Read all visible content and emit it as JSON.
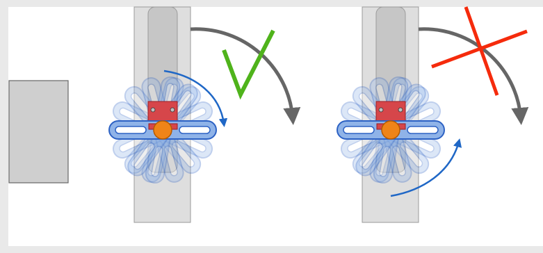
{
  "colors": {
    "page_border": "#e9e9e9",
    "canvas": "#ffffff",
    "rail_fill": "#dedede",
    "rail_stroke": "#9a9a9a",
    "slot_fill": "#c6c6c6",
    "block_fill": "#cfcfcf",
    "block_stroke": "#666666",
    "link_fill": "#8fb3e8",
    "link_stroke": "#2d62c4",
    "link_ghost_opacity": 0.3,
    "bracket_fill": "#d6464a",
    "bracket_stroke": "#9b1e22",
    "pivot_fill": "#ef8418",
    "pivot_stroke": "#b55a00",
    "blue_arrow": "#1f67c6",
    "gray_arrow": "#666666",
    "check": "#4fb31b",
    "cross": "#f52b0c"
  },
  "panels": [
    {
      "verdict": "correct",
      "verdict_icon": "check-mark-icon",
      "swing_direction": "clockwise",
      "swing_arrow_position": "top"
    },
    {
      "verdict": "incorrect",
      "verdict_icon": "cross-mark-icon",
      "swing_direction": "counterclockwise",
      "swing_arrow_position": "bottom"
    }
  ],
  "rotation_steps_deg": [
    -75,
    -50,
    -25,
    25,
    50,
    75,
    100,
    125
  ]
}
